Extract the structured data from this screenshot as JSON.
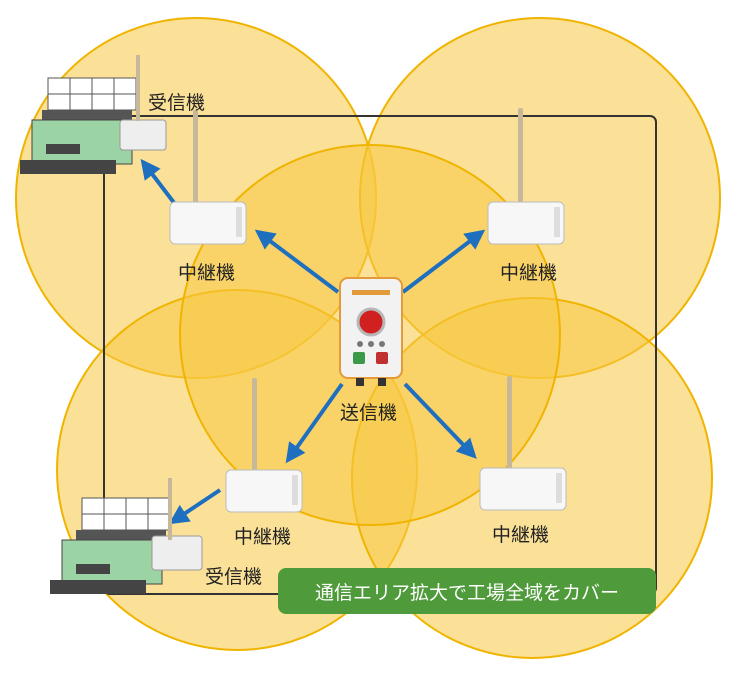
{
  "nodes": {
    "receiver_top": {
      "label": "受信機"
    },
    "receiver_bottom": {
      "label": "受信機"
    },
    "relay_tl": {
      "label": "中継機"
    },
    "relay_tr": {
      "label": "中継機"
    },
    "relay_bl": {
      "label": "中継機"
    },
    "relay_br": {
      "label": "中継機"
    },
    "transmitter": {
      "label": "送信機"
    }
  },
  "banner": {
    "text": "通信エリア拡大で工場全域をカバー"
  },
  "colors": {
    "coverage_fill": "#f7c842",
    "coverage_stroke": "#f0b400",
    "arrow": "#1e6fbf",
    "banner": "#4f9a3a",
    "machine_green": "#9bd3a4"
  }
}
